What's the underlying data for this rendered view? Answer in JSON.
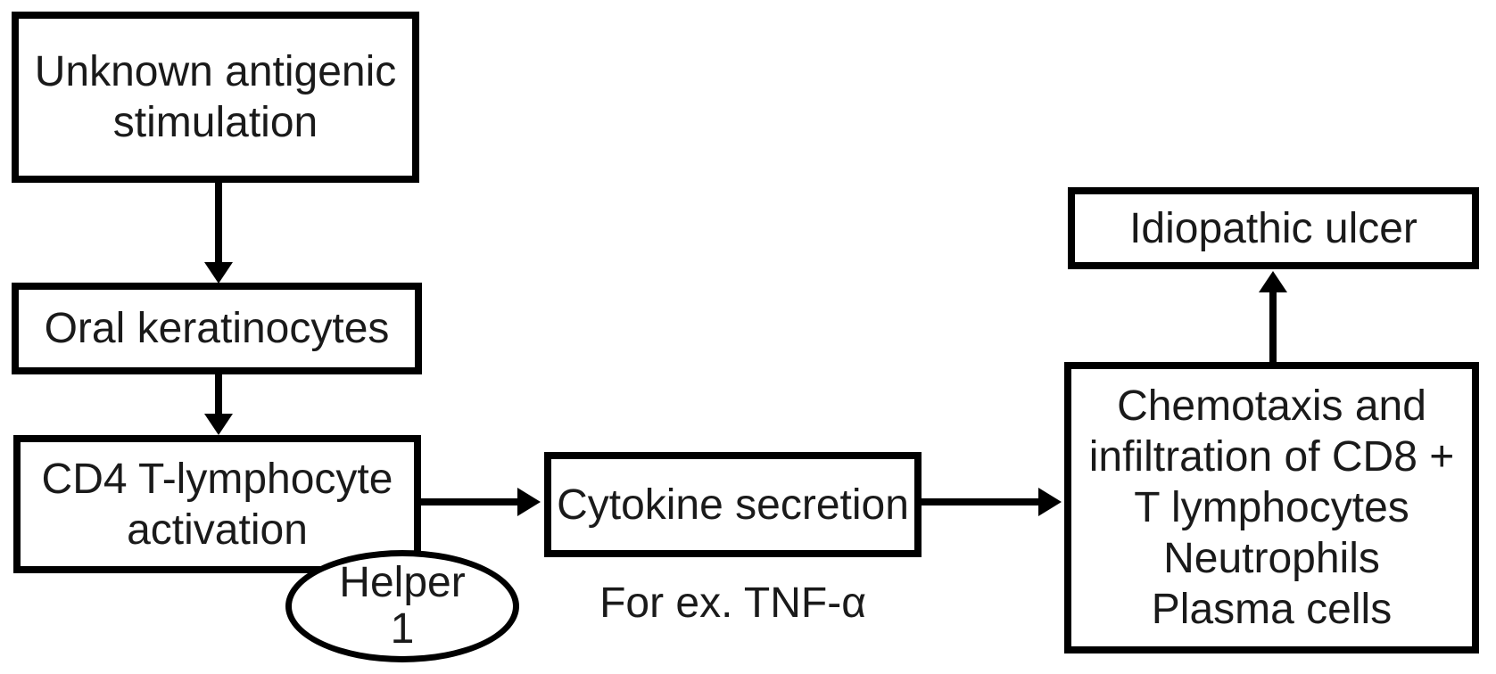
{
  "diagram": {
    "background": "#ffffff",
    "border_color": "#000000",
    "text_color": "#1a1a1a",
    "nodes": {
      "unknown_stimulation": {
        "shape": "rect",
        "lines": [
          "Unknown antigenic",
          "stimulation"
        ]
      },
      "oral_keratinocytes": {
        "shape": "rect",
        "label": "Oral keratinocytes"
      },
      "cd4_activation": {
        "shape": "rect",
        "lines": [
          "CD4 T-lymphocyte",
          "activation"
        ]
      },
      "helper_1": {
        "shape": "ellipse",
        "lines": [
          "Helper",
          "1"
        ]
      },
      "cytokine_secretion": {
        "shape": "rect",
        "label": "Cytokine secretion"
      },
      "chemotaxis_infiltration": {
        "shape": "rect",
        "lines": [
          "Chemotaxis and",
          "infiltration of CD8 +",
          "T lymphocytes",
          "Neutrophils",
          "Plasma cells"
        ]
      },
      "idiopathic_ulcer": {
        "shape": "rect",
        "label": "Idiopathic ulcer"
      }
    },
    "annotations": {
      "tnf_example": {
        "label": "For ex. TNF-α"
      }
    },
    "edges": [
      {
        "from": "unknown_stimulation",
        "to": "oral_keratinocytes",
        "direction": "down"
      },
      {
        "from": "oral_keratinocytes",
        "to": "cd4_activation",
        "direction": "down"
      },
      {
        "from": "cd4_activation",
        "to": "cytokine_secretion",
        "direction": "right"
      },
      {
        "from": "cytokine_secretion",
        "to": "chemotaxis_infiltration",
        "direction": "right"
      },
      {
        "from": "chemotaxis_infiltration",
        "to": "idiopathic_ulcer",
        "direction": "up"
      }
    ]
  }
}
